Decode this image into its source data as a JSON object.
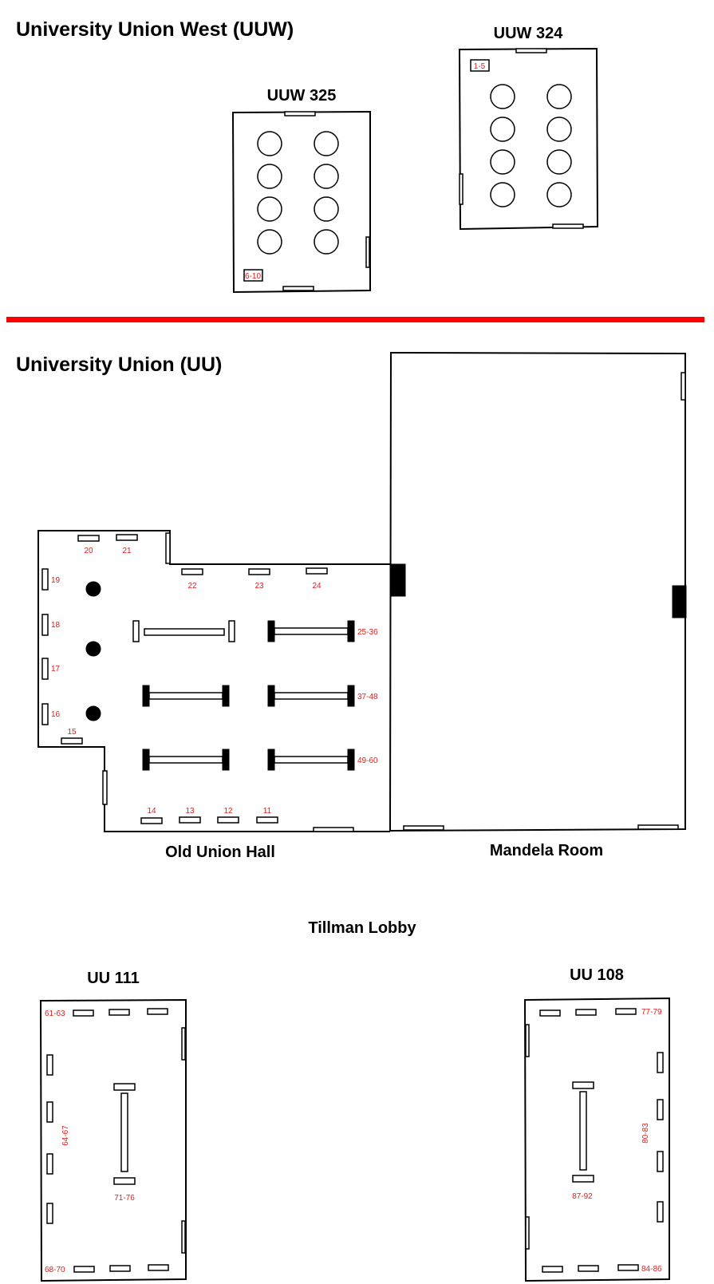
{
  "sections": {
    "uuw": {
      "title": "University Union West (UUW)"
    },
    "uu": {
      "title": "University Union (UU)"
    }
  },
  "rooms": {
    "uuw324": {
      "name": "UUW 324",
      "table_label": "1-5"
    },
    "uuw325": {
      "name": "UUW 325",
      "table_label": "6-10"
    },
    "old_union_hall": {
      "name": "Old Union Hall",
      "labels": {
        "t11": "11",
        "t12": "12",
        "t13": "13",
        "t14": "14",
        "t15": "15",
        "t16": "16",
        "t17": "17",
        "t18": "18",
        "t19": "19",
        "t20": "20",
        "t21": "21",
        "t22": "22",
        "t23": "23",
        "t24": "24",
        "r1": "25-36",
        "r2": "37-48",
        "r3": "49-60"
      }
    },
    "mandela": {
      "name": "Mandela Room"
    },
    "tillman": {
      "name": "Tillman Lobby"
    },
    "uu111": {
      "name": "UU 111",
      "labels": {
        "top": "61-63",
        "side": "64-67",
        "bottom": "68-70",
        "center": "71-76"
      }
    },
    "uu108": {
      "name": "UU 108",
      "labels": {
        "top": "77-79",
        "side": "80-83",
        "bottom": "84-86",
        "center": "87-92"
      }
    }
  },
  "colors": {
    "divider": "#ff0000",
    "label": "#e02020",
    "line": "#000000"
  }
}
